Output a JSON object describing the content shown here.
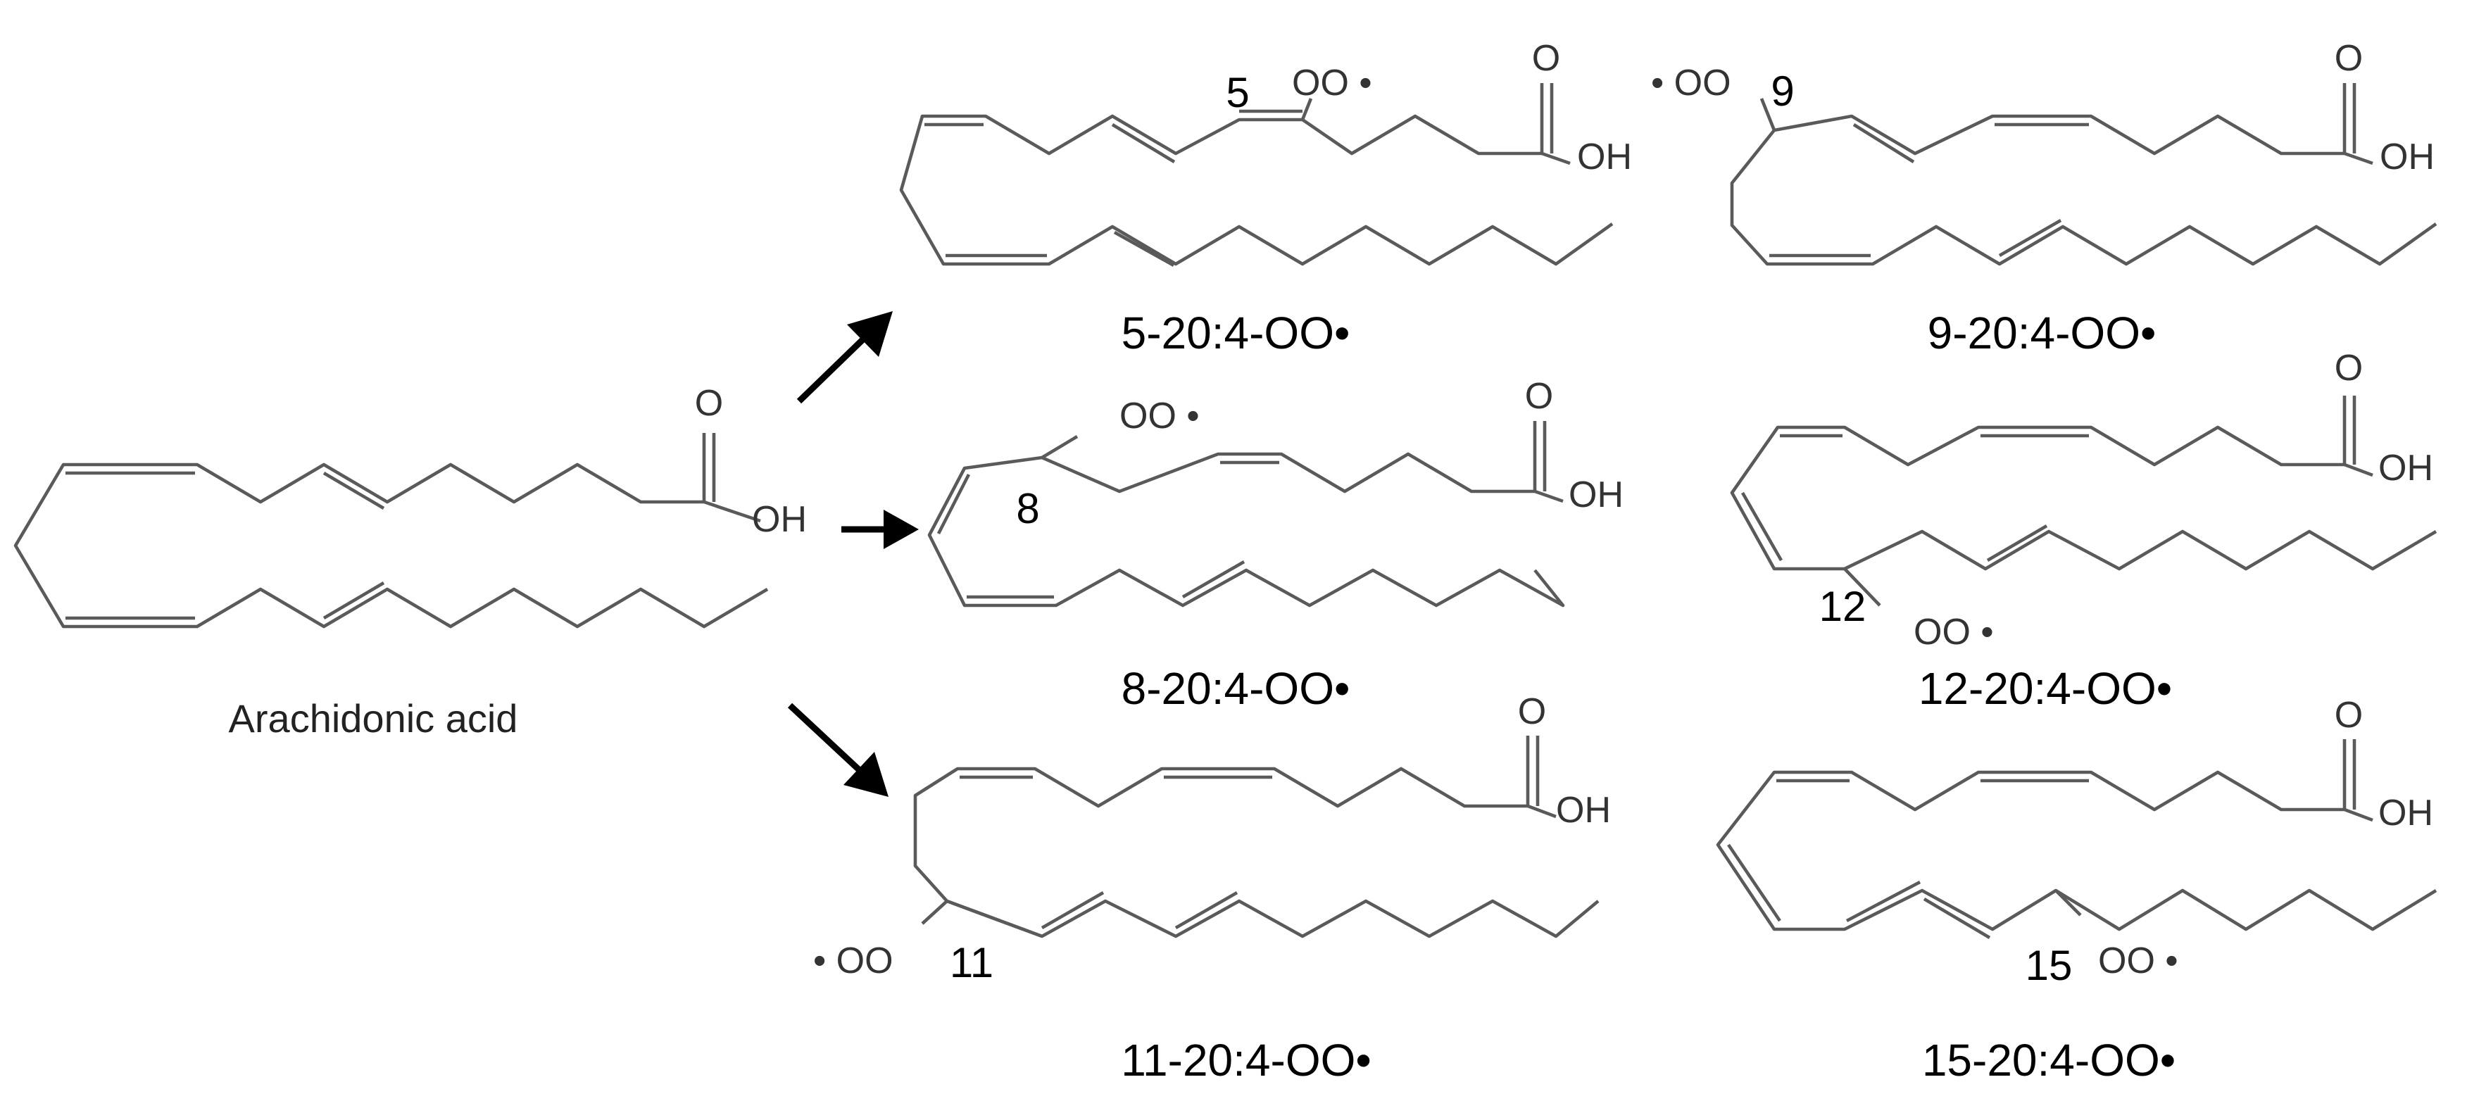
{
  "parent": {
    "name": "Arachidonic acid",
    "oxygen": "O",
    "hydroxyl": "OH"
  },
  "products": [
    {
      "id": "p5",
      "label": "5-20:4-OO•",
      "position": "5",
      "radical": "OO •",
      "oxygen": "O",
      "hydroxyl": "OH"
    },
    {
      "id": "p9",
      "label": "9-20:4-OO•",
      "position": "9",
      "radical": "• OO",
      "oxygen": "O",
      "hydroxyl": "OH"
    },
    {
      "id": "p8",
      "label": "8-20:4-OO•",
      "position": "8",
      "radical": "OO •",
      "oxygen": "O",
      "hydroxyl": "OH"
    },
    {
      "id": "p12",
      "label": "12-20:4-OO•",
      "position": "12",
      "radical": "OO •",
      "oxygen": "O",
      "hydroxyl": "OH"
    },
    {
      "id": "p11",
      "label": "11-20:4-OO•",
      "position": "11",
      "radical": "• OO",
      "oxygen": "O",
      "hydroxyl": "OH"
    },
    {
      "id": "p15",
      "label": "15-20:4-OO•",
      "position": "15",
      "radical": "OO •",
      "oxygen": "O",
      "hydroxyl": "OH"
    }
  ]
}
